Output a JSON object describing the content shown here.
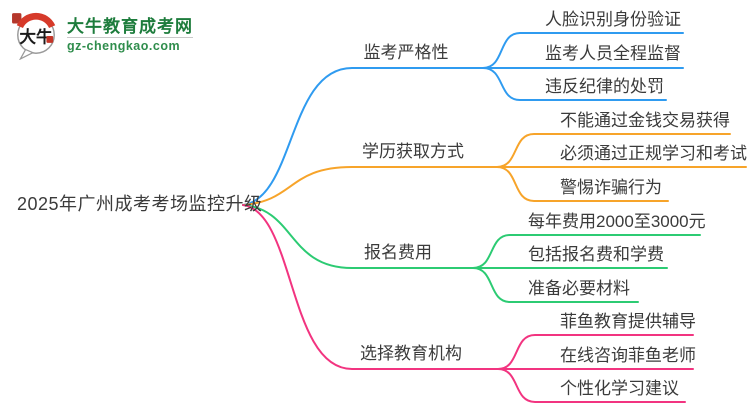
{
  "logo": {
    "title": "大牛教育成考网",
    "domain": "gz-chengkao.com",
    "icon_text": "大牛",
    "brand_green": "#1d7c3c",
    "seal_red": "#c93a28"
  },
  "root": {
    "label": "2025年广州成考考场监控升级"
  },
  "branches": [
    {
      "label": "监考严格性",
      "color": "#2f9bf0",
      "children": [
        "人脸识别身份验证",
        "监考人员全程监督",
        "违反纪律的处罚"
      ]
    },
    {
      "label": "学历获取方式",
      "color": "#f7a42a",
      "children": [
        "不能通过金钱交易获得",
        "必须通过正规学习和考试",
        "警惕诈骗行为"
      ]
    },
    {
      "label": "报名费用",
      "color": "#2ccb73",
      "children": [
        "每年费用2000至3000元",
        "包括报名费和学费",
        "准备必要材料"
      ]
    },
    {
      "label": "选择教育机构",
      "color": "#f23480",
      "children": [
        "菲鱼教育提供辅导",
        "在线咨询菲鱼老师",
        "个性化学习建议"
      ]
    }
  ]
}
